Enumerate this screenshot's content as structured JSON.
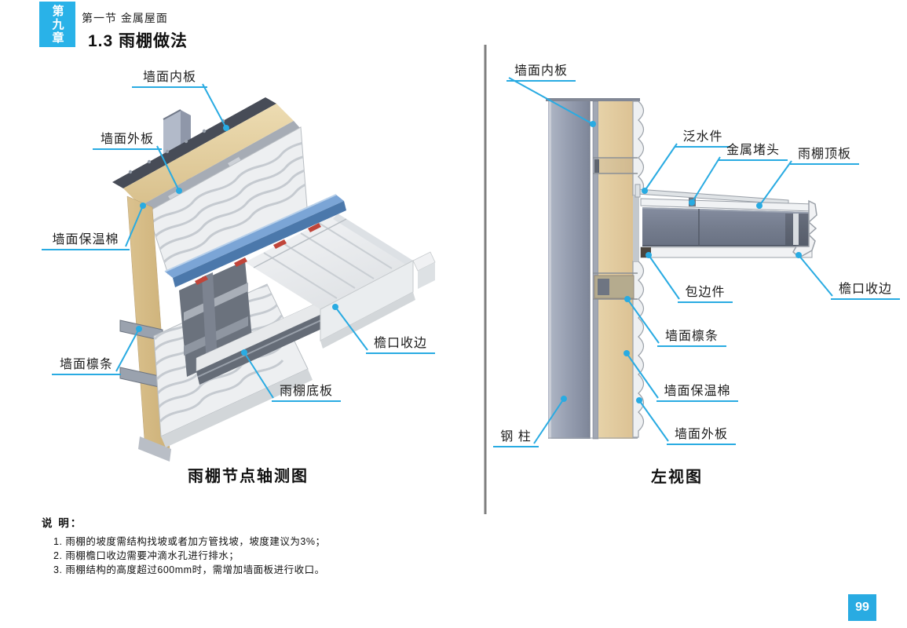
{
  "header": {
    "chapter_tab": "第九章",
    "section": "第一节 金属屋面",
    "title": "1.3 雨棚做法"
  },
  "figures": {
    "axonometric": {
      "caption": "雨棚节点轴测图",
      "labels": {
        "wall_inner_panel": "墙面内板",
        "wall_outer_panel": "墙面外板",
        "wall_insulation": "墙面保温棉",
        "wall_purlin": "墙面檩条",
        "canopy_bottom_panel": "雨棚底板",
        "eave_trim": "檐口收边"
      }
    },
    "left_view": {
      "caption": "左视图",
      "labels": {
        "wall_inner_panel": "墙面内板",
        "flashing": "泛水件",
        "metal_plug": "金属堵头",
        "canopy_top_panel": "雨棚顶板",
        "eave_trim": "檐口收边",
        "edge_wrap": "包边件",
        "wall_purlin": "墙面檩条",
        "wall_insulation": "墙面保温棉",
        "wall_outer_panel": "墙面外板",
        "steel_column": "钢 柱"
      }
    }
  },
  "notes": {
    "heading": "说 明：",
    "items": [
      "1. 雨棚的坡度需结构找坡或者加方管找坡，坡度建议为3%；",
      "2. 雨棚檐口收边需要冲滴水孔进行排水；",
      "3. 雨棚结构的高度超过600mm时，需增加墙面板进行收口。"
    ]
  },
  "page_number": "99",
  "colors": {
    "accent": "#29abe2",
    "insulation_tan": "#e1cb9e",
    "steel_blue_gray": "#8d95a7",
    "flashing_blue": "#5d8cbf",
    "panel_white": "#f0f2f4"
  }
}
